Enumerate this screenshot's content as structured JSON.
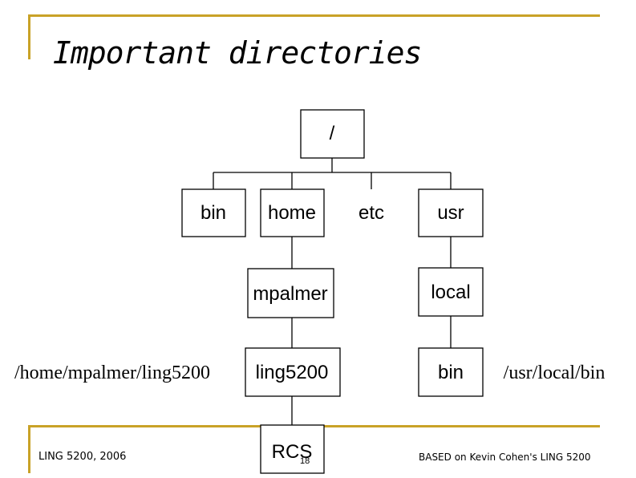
{
  "slide": {
    "title": "Important directories",
    "footer_left": "LING 5200, 2006",
    "footer_right": "BASED on Kevin Cohen's LING 5200",
    "page_number": "18"
  },
  "tree": {
    "root": "/",
    "bin": "bin",
    "home": "home",
    "etc": "etc",
    "usr": "usr",
    "mpalmer": "mpalmer",
    "local": "local",
    "ling5200": "ling5200",
    "local_bin": "bin",
    "rcs": "RCS"
  },
  "annotations": {
    "left_path": "/home/mpalmer/ling5200",
    "right_path": "/usr/local/bin"
  },
  "colors": {
    "accent": "#c9a227",
    "line": "#000000"
  }
}
